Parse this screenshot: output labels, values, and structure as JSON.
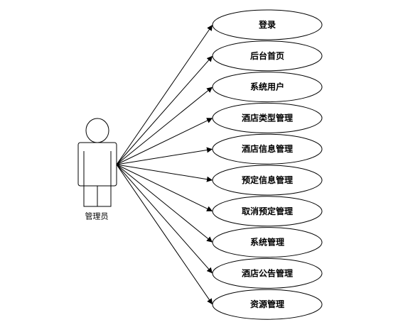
{
  "actor": {
    "label": "管理员"
  },
  "use_cases": [
    {
      "label": "登录"
    },
    {
      "label": "后台首页"
    },
    {
      "label": "系统用户"
    },
    {
      "label": "酒店类型管理"
    },
    {
      "label": "酒店信息管理"
    },
    {
      "label": "预定信息管理"
    },
    {
      "label": "取消预定管理"
    },
    {
      "label": "系统管理"
    },
    {
      "label": "酒店公告管理"
    },
    {
      "label": "资源管理"
    }
  ]
}
